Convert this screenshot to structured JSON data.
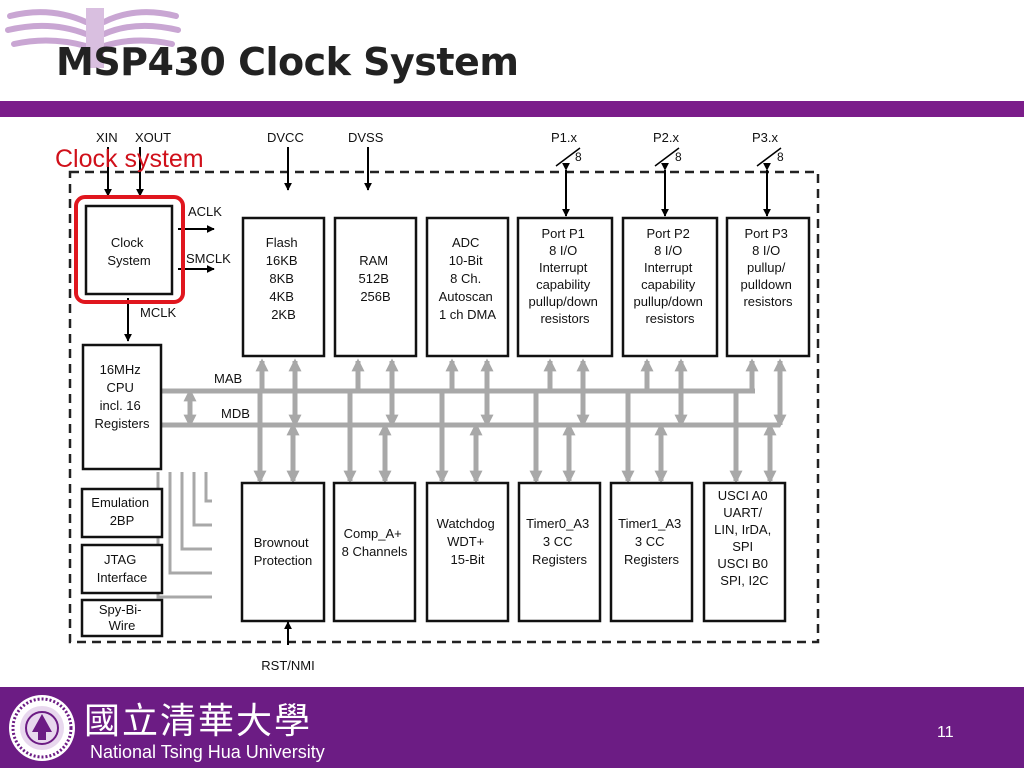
{
  "slide": {
    "title": "MSP430 Clock System",
    "annotation": "Clock system",
    "page_number": "11"
  },
  "footer": {
    "university_cn": "國立清華大學",
    "university_en": "National Tsing Hua University"
  },
  "colors": {
    "accent_purple": "#7b1d8a",
    "footer_purple": "#6c1c84",
    "highlight_red": "#e0161e",
    "bus_gray": "#a8a8a8",
    "annotation_red": "#d0101a"
  },
  "icons": [
    "nthu-wing-logo-icon",
    "nthu-seal-icon"
  ],
  "diagram": {
    "pins": {
      "xin": "XIN",
      "xout": "XOUT",
      "dvcc": "DVCC",
      "dvss": "DVSS",
      "p1": "P1.x",
      "p2": "P2.x",
      "p3": "P3.x",
      "bus_width": "8",
      "rst": "RST/NMI"
    },
    "signals": {
      "aclk": "ACLK",
      "smclk": "SMCLK",
      "mclk": "MCLK"
    },
    "buses": {
      "mab": "MAB",
      "mdb": "MDB"
    },
    "blocks": {
      "clock": [
        "Clock",
        "System"
      ],
      "flash": [
        "Flash",
        "",
        "16KB",
        "8KB",
        "4KB",
        "2KB"
      ],
      "ram": [
        "RAM",
        "",
        "512B",
        "256B"
      ],
      "adc": [
        "ADC",
        "",
        "10-Bit",
        "8 Ch.",
        "Autoscan",
        "1 ch DMA"
      ],
      "port1": [
        "Port P1",
        "",
        "8 I/O",
        "Interrupt",
        "capability",
        "pullup/down",
        "resistors"
      ],
      "port2": [
        "Port P2",
        "",
        "8 I/O",
        "Interrupt",
        "capability",
        "pullup/down",
        "resistors"
      ],
      "port3": [
        "Port P3",
        "",
        "8 I/O",
        "",
        "pullup/",
        "pulldown",
        "resistors"
      ],
      "cpu": [
        "16MHz",
        "CPU",
        "",
        "incl. 16",
        "Registers"
      ],
      "emulation": [
        "Emulation",
        "2BP"
      ],
      "jtag": [
        "JTAG",
        "Interface"
      ],
      "spy": [
        "Spy-Bi-",
        "Wire"
      ],
      "brownout": [
        "Brownout",
        "Protection"
      ],
      "comp": [
        "Comp_A+",
        "",
        "8 Channels"
      ],
      "watchdog": [
        "Watchdog",
        "WDT+",
        "",
        "15-Bit"
      ],
      "timer0": [
        "Timer0_A3",
        "",
        "3 CC",
        "Registers"
      ],
      "timer1": [
        "Timer1_A3",
        "",
        "3 CC",
        "Registers"
      ],
      "usci": [
        "USCI A0",
        "UART/",
        "LIN, IrDA,",
        "SPI",
        "",
        "USCI B0",
        "SPI, I2C"
      ]
    }
  }
}
